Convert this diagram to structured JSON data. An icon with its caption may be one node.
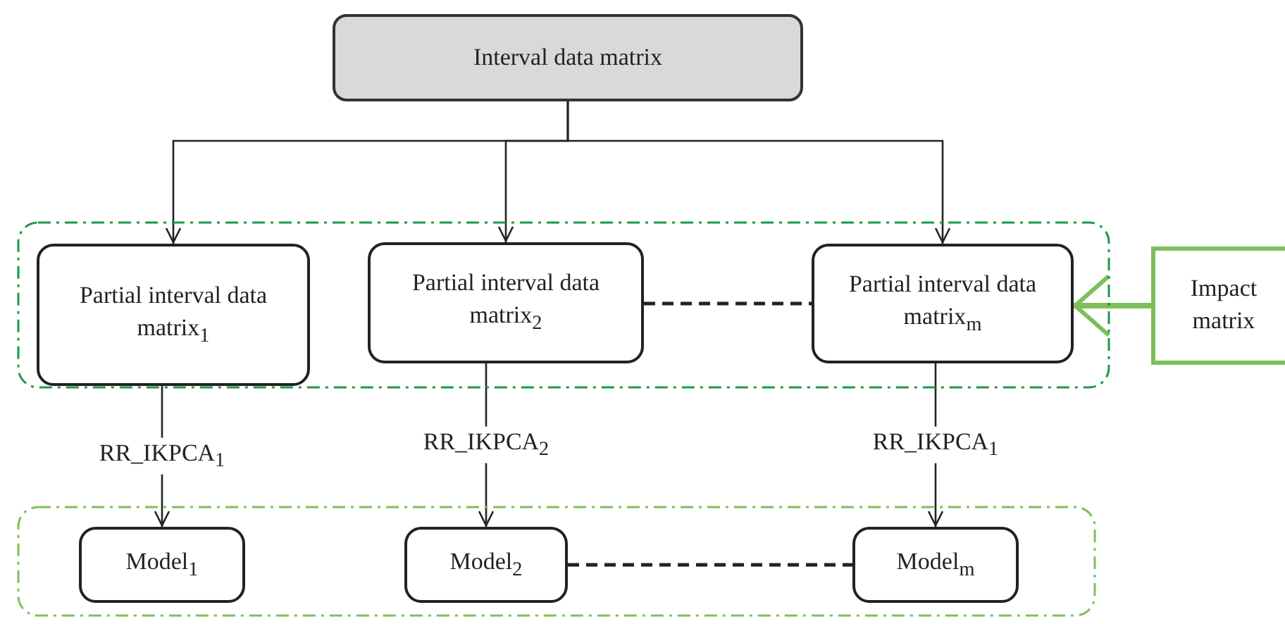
{
  "diagram": {
    "nodes": [
      {
        "text": [
          "Interval data matrix"
        ]
      },
      {
        "text": [],
        "shape": "box"
      },
      {
        "text": [
          "Partial interval data matrix$_{1}$"
        ],
        "in": 1
      },
      {
        "text": [
          "Partial interval data matrix$_{2}$"
        ],
        "in": 1
      },
      {
        "text": [
          "Partial interval data matrix$_{m}$"
        ],
        "in": 1
      },
      {
        "text": [
          "Impact matrix"
        ]
      },
      {
        "text": [],
        "shape": "box"
      },
      {
        "text": [
          "Model$_{1}$"
        ],
        "in": 6
      },
      {
        "text": [
          "Model$_{2}$"
        ],
        "in": 6
      },
      {
        "text": [
          "Model$_{m}$"
        ],
        "in": 6
      }
    ],
    "edges": [
      {
        "from": 0,
        "to": 2,
        "arrow": "to"
      },
      {
        "from": 0,
        "to": 3,
        "arrow": "to"
      },
      {
        "from": 0,
        "to": 4,
        "arrow": "to"
      },
      {
        "from": 3,
        "to": 4,
        "arrow": "none",
        "style": "dashed"
      },
      {
        "from": 5,
        "to": 4,
        "arrow": "to",
        "style": "thick",
        "color": "#7dc05a"
      },
      {
        "from": 2,
        "to": 7,
        "arrow": "to",
        "label": "RR_IKPCA$_{1}$"
      },
      {
        "from": 3,
        "to": 8,
        "arrow": "to",
        "label": "RR_IKPCA$_{2}$"
      },
      {
        "from": 4,
        "to": 9,
        "arrow": "to",
        "label": "RR_IKPCA$_{1}$"
      },
      {
        "from": 8,
        "to": 9,
        "arrow": "none",
        "style": "dashed"
      }
    ]
  }
}
